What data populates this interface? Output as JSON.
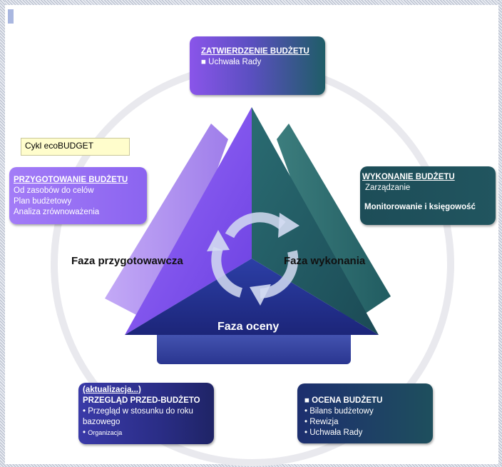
{
  "boxes": {
    "approval": {
      "title": "ZATWIERDZENIE BUDŻETU",
      "lines": [
        "■ Uchwała Rady"
      ]
    },
    "preparation": {
      "title": "PRZYGOTOWANIE BUDŻETU",
      "lines": [
        "Od zasobów do celów",
        "Plan budżetowy",
        "Analiza zrównoważenia"
      ]
    },
    "execution": {
      "title": "WYKONANIE BUDŻETU",
      "lines": [
        "Zarządzanie"
      ],
      "bold_line": "Monitorowanie i księgowość"
    },
    "pre_review": {
      "title": "(aktualizacja...)",
      "title2": "PRZEGLĄD PRZED-BUDŻETO",
      "lines": [
        "• Przegląd w stosunku do roku",
        "bazowego"
      ],
      "small": "Organizacja",
      "small_bullet": "•"
    },
    "evaluation": {
      "title": "■ OCENA BUDŻETU",
      "lines": [
        "• Bilans budżetowy",
        "• Rewizja",
        "• Uchwała Rady"
      ]
    }
  },
  "note": "Cykl ecoBUDGET",
  "phases": {
    "left": "Faza przygotowawcza",
    "right": "Faza wykonania",
    "bottom": "Faza oceny"
  },
  "colors": {
    "purple": "#8b5cf6",
    "teal": "#21555f",
    "navy": "#2a2d86",
    "ring": "#e9e9ee"
  }
}
